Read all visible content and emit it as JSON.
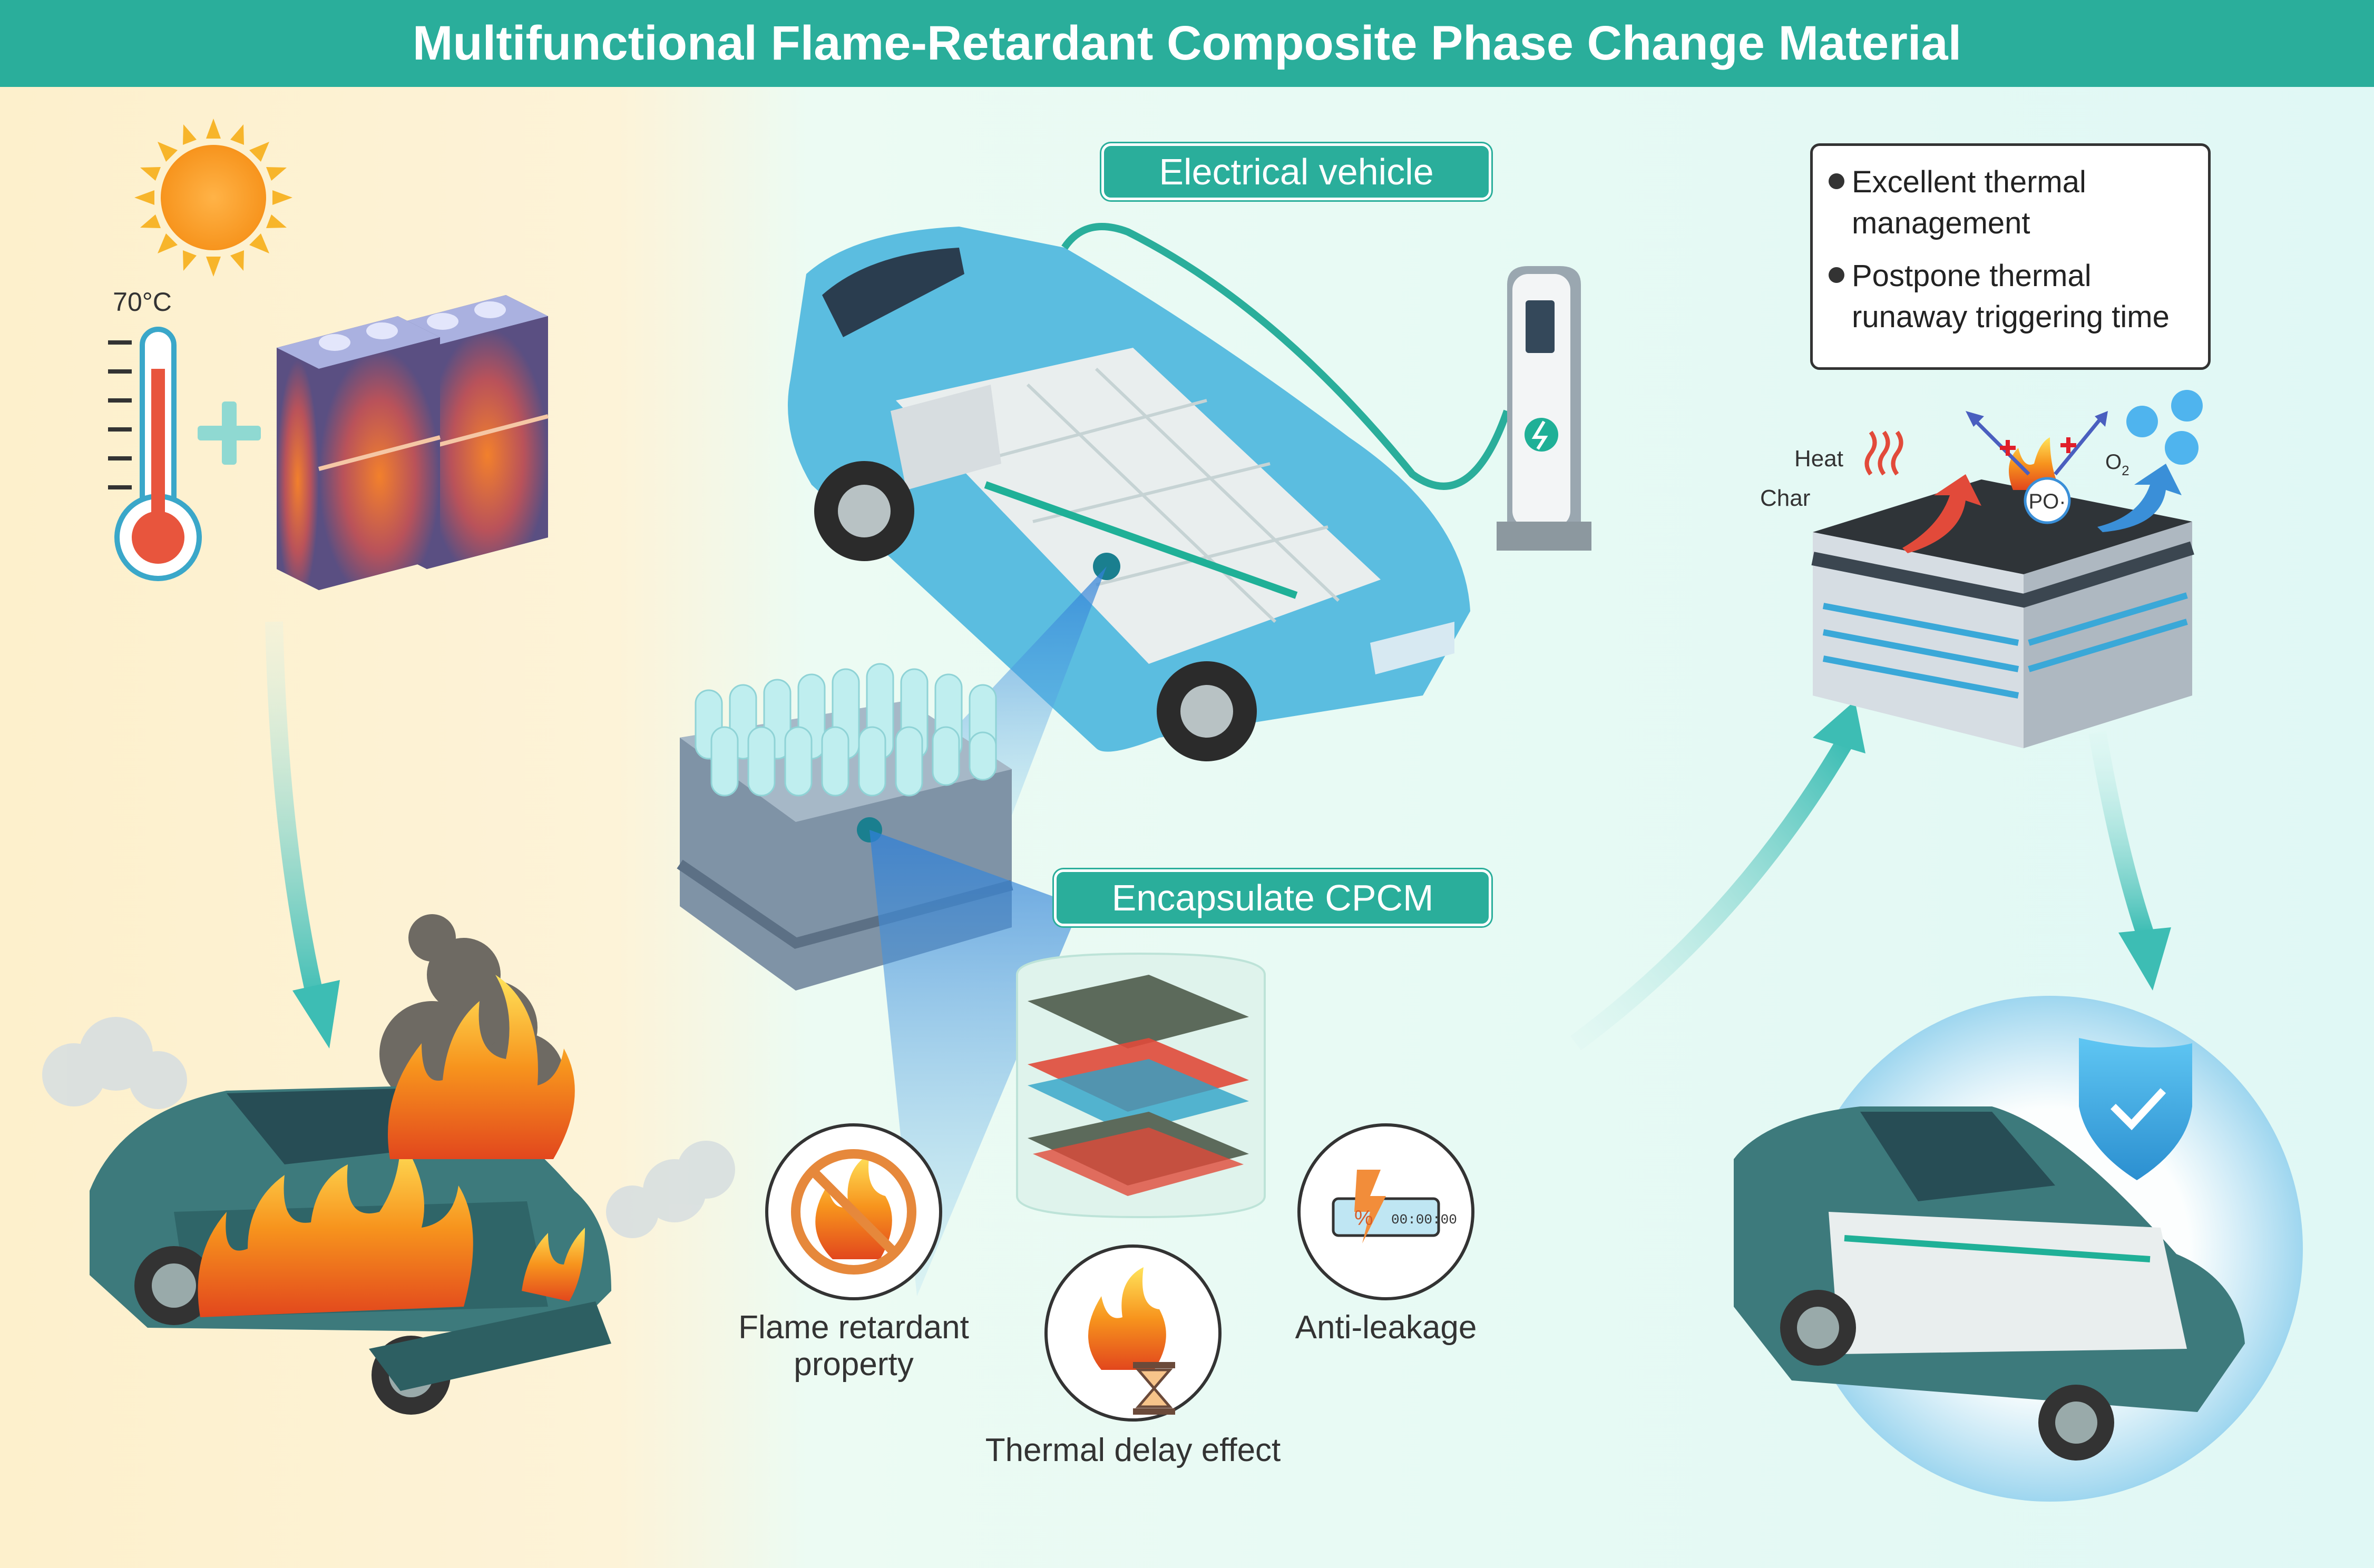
{
  "title": "Multifunctional Flame-Retardant Composite Phase Change Material",
  "labels": {
    "temperature": "70°C",
    "electrical_vehicle": "Electrical vehicle",
    "encapsulate": "Encapsulate CPCM",
    "flame_retardant_line1": "Flame retardant",
    "flame_retardant_line2": "property",
    "thermal_delay": "Thermal delay effect",
    "anti_leakage": "Anti-leakage",
    "heat": "Heat",
    "char": "Char",
    "po_radical": "PO·",
    "oxygen": "O",
    "oxygen_sub": "2",
    "timer": "00:00:00",
    "percent": "%"
  },
  "benefits": [
    {
      "line1": "Excellent thermal",
      "line2": "management"
    },
    {
      "line1": "Postpone thermal",
      "line2": "runaway triggering time"
    }
  ],
  "colors": {
    "accent": "#2aae9b",
    "left_bg": "#fdf0cc",
    "right_bg": "#e2f8f4",
    "car_blue": "#5bbde0",
    "car_teal": "#3d7a7c",
    "fire": "#f7941d",
    "arrow": "#5ec8c2"
  },
  "icons": [
    "sun-icon",
    "thermometer-icon",
    "plus-icon",
    "battery-icon",
    "fire-icon",
    "smoke-icon",
    "car-icon",
    "charging-station-icon",
    "battery-module-icon",
    "no-fire-icon",
    "hourglass-flame-icon",
    "anti-leakage-icon",
    "shield-check-icon"
  ]
}
